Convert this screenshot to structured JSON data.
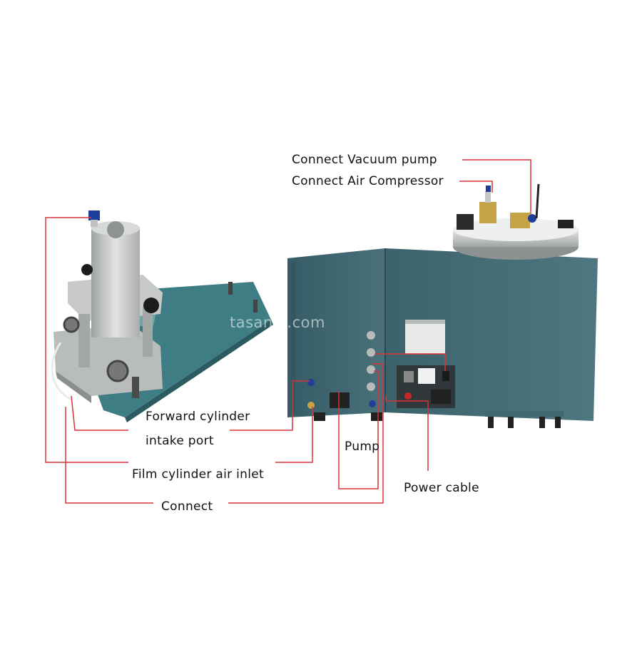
{
  "labels": {
    "vacuum_pump": "Connect Vacuum pump",
    "air_compressor": "Connect Air Compressor",
    "forward_cylinder": "Forward cylinder",
    "intake_port": "intake port",
    "pump": "Pump",
    "film_cylinder": "Film cylinder air inlet",
    "power_cable": "Power cable",
    "connect": "Connect"
  },
  "watermark": "tasanol.com",
  "colors": {
    "leader_line": "#d8333a",
    "machine_body": "#3f6770",
    "machine_body_dark": "#2f5059",
    "clamp_base": "#3e7d84",
    "aluminium": "#c9ccca",
    "label_text": "#111111"
  }
}
